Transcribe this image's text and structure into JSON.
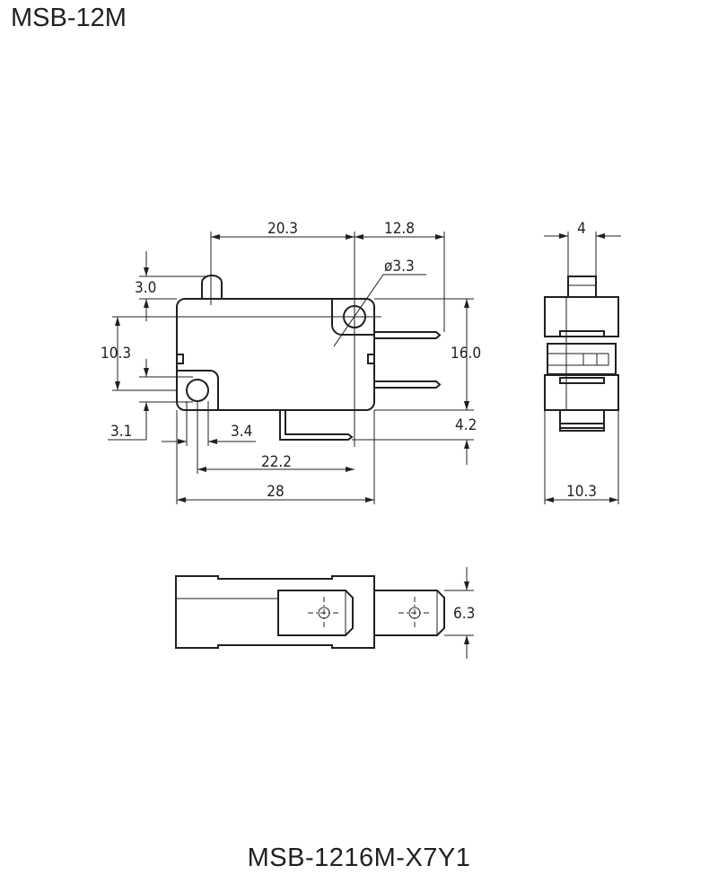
{
  "title": "MSB-12M",
  "model": "MSB-1216M-X7Y1",
  "front_view": {
    "dims": {
      "actuator_to_hole": "20.3",
      "hole_to_terminal": "12.8",
      "hole_diameter": "ø3.3",
      "actuator_height": "3.0",
      "hole_spacing_vertical": "10.3",
      "body_height": "16.0",
      "terminal_offset": "4.2",
      "lower_hole_offset": "3.1",
      "lower_hole_width": "3.4",
      "hole_spacing_horizontal": "22.2",
      "body_length": "28"
    }
  },
  "side_view": {
    "dims": {
      "plunger_width": "4",
      "body_width": "10.3"
    }
  },
  "bottom_view": {
    "dims": {
      "terminal_width": "6.3"
    }
  }
}
